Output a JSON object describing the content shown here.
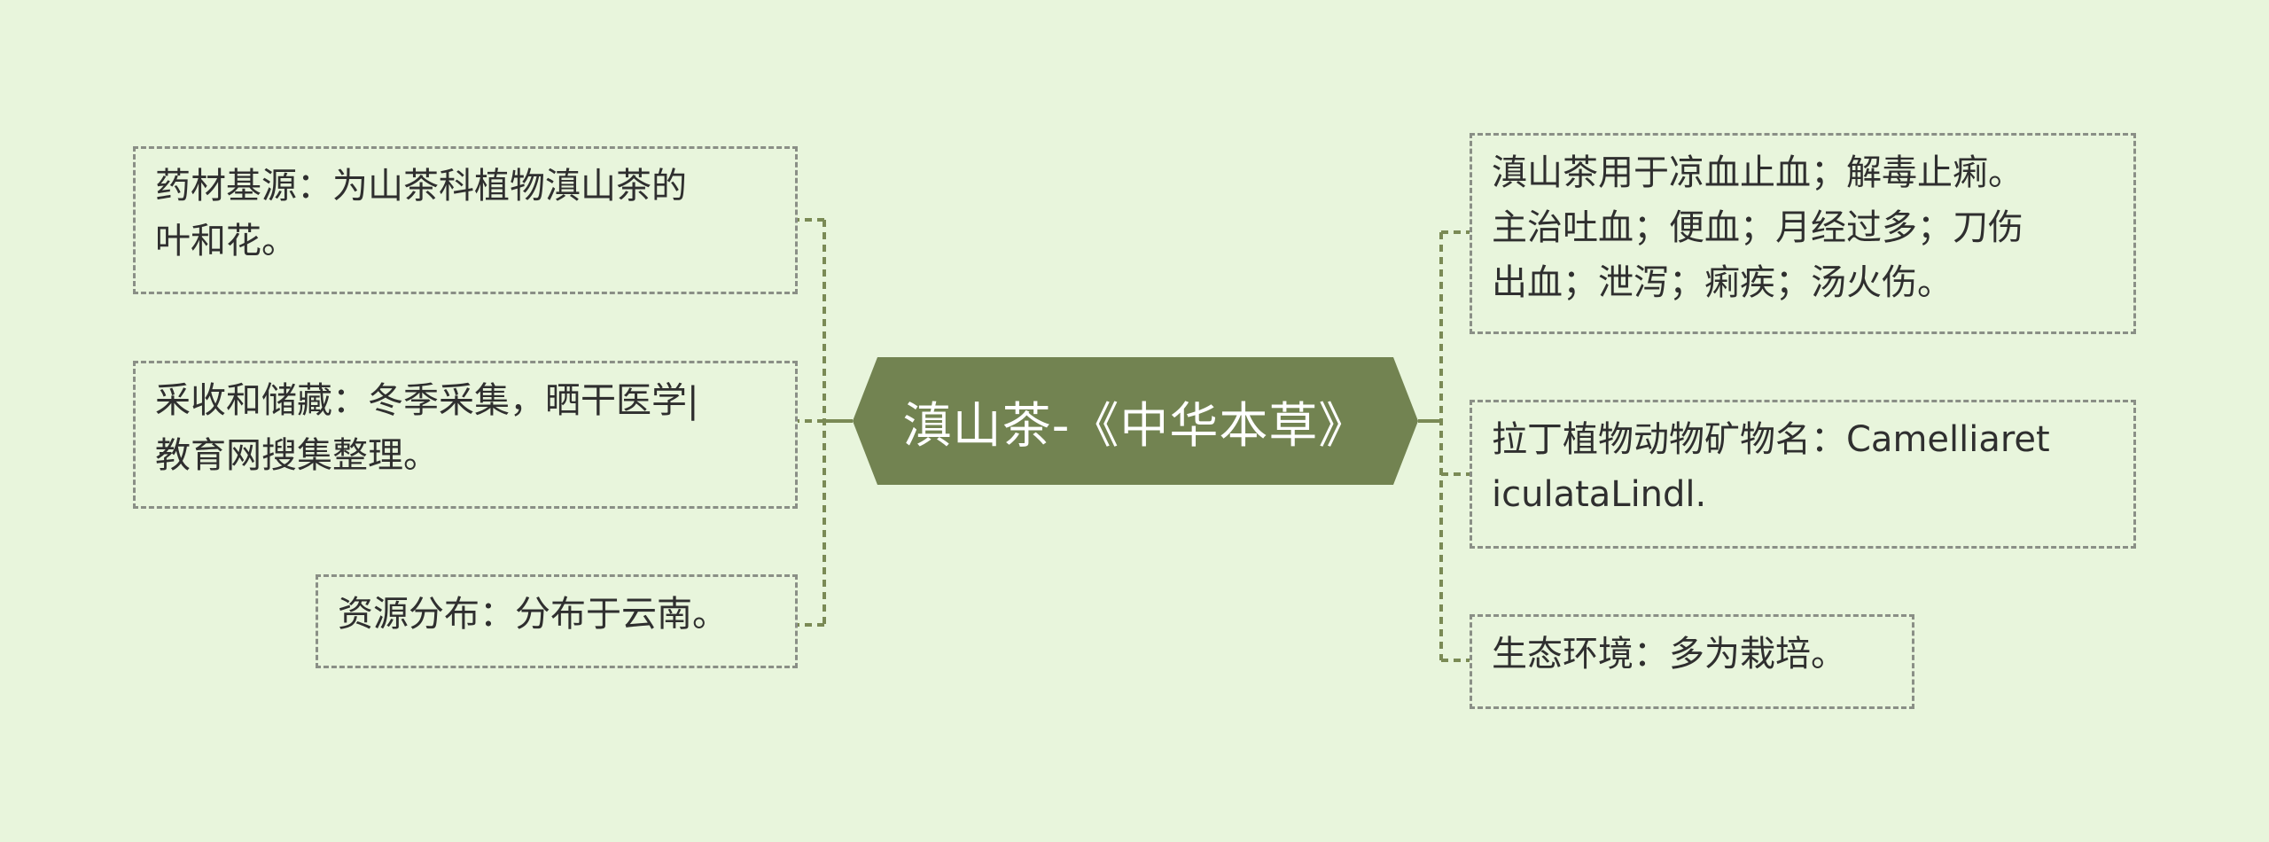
{
  "center": {
    "label": "滇山茶-《中华本草》"
  },
  "left_nodes": [
    {
      "text": "药材基源：为山茶科植物滇山茶的\n叶和花。"
    },
    {
      "text": "采收和储藏：冬季采集，晒干医学|\n教育网搜集整理。"
    },
    {
      "text": "资源分布：分布于云南。"
    }
  ],
  "right_nodes": [
    {
      "text": "滇山茶用于凉血止血；解毒止痢。\n主治吐血；便血；月经过多；刀伤\n出血；泄泻；痢疾；汤火伤。"
    },
    {
      "text": "拉丁植物动物矿物名：Camelliaret\niculataLindl."
    },
    {
      "text": "生态环境：多为栽培。"
    }
  ],
  "colors": {
    "background": "#e8f5dc",
    "center_fill": "#728351",
    "connector": "#7a8a55",
    "border": "#8a8f86"
  }
}
